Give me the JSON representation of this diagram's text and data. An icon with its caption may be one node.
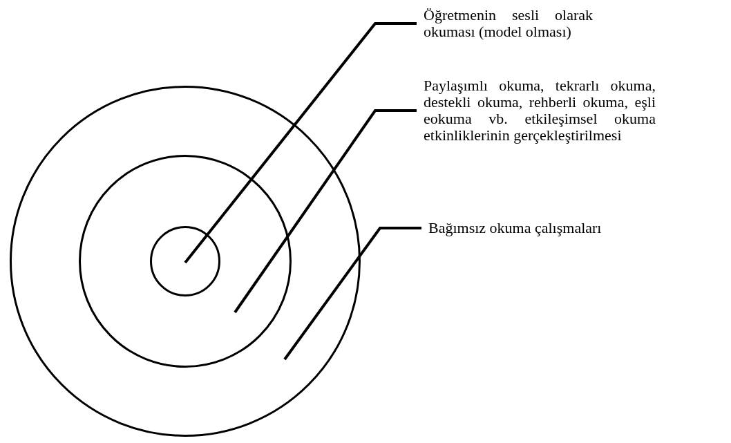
{
  "diagram": {
    "nodes": [
      {
        "text": [],
        "shape": "circle"
      },
      {
        "text": [],
        "shape": "circle",
        "in": 0
      },
      {
        "text": [],
        "shape": "circle",
        "in": 1
      },
      {
        "text": [
          "Öğretmenin sesli olarak okuması (model olması)"
        ]
      },
      {
        "text": [
          "Paylaşımlı okuma, tekrarlı okuma, destekli okuma, rehberli okuma, eşli eokuma vb. etkileşimsel okuma etkinliklerinin gerçekleştirilmesi"
        ]
      },
      {
        "text": [
          "Bağımsız okuma çalışmaları"
        ]
      }
    ],
    "edges": [
      {
        "from": 3,
        "to": 2,
        "arrow": "none"
      },
      {
        "from": 4,
        "to": 1,
        "arrow": "none"
      },
      {
        "from": 5,
        "to": 0,
        "arrow": "none"
      }
    ]
  }
}
